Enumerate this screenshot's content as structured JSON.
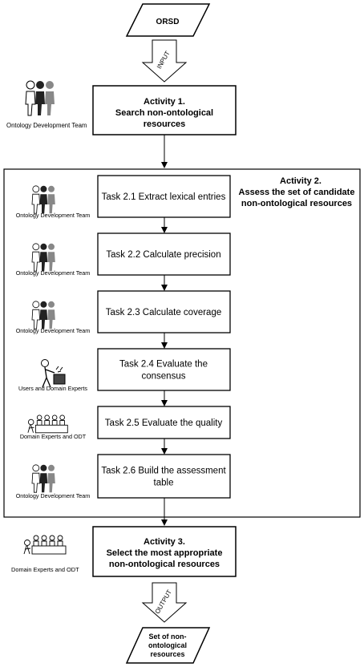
{
  "input": {
    "label": "ORSD",
    "arrow_label": "INPUT"
  },
  "activity1": {
    "title": "Activity 1.",
    "line1": "Search non-ontological",
    "line2": "resources",
    "actor": "Ontology Development Team"
  },
  "activity2": {
    "title": "Activity 2.",
    "line1": "Assess the set of candidate",
    "line2": "non-ontological resources"
  },
  "tasks": [
    {
      "lines": [
        "Task 2.1 Extract lexical entries"
      ],
      "actor": "Ontology Development Team",
      "icon": "team-icon"
    },
    {
      "lines": [
        "Task 2.2 Calculate precision"
      ],
      "actor": "Ontology Development Team",
      "icon": "team-icon"
    },
    {
      "lines": [
        "Task 2.3 Calculate coverage"
      ],
      "actor": "Ontology Development Team",
      "icon": "team-icon"
    },
    {
      "lines": [
        "Task 2.4 Evaluate the",
        "consensus"
      ],
      "actor": "Users and Domain Experts",
      "icon": "user-voting-icon"
    },
    {
      "lines": [
        "Task 2.5 Evaluate the quality"
      ],
      "actor": "Domain Experts and ODT",
      "icon": "expert-panel-icon"
    },
    {
      "lines": [
        "Task 2.6 Build the assessment",
        "table"
      ],
      "actor": "Ontology Development Team",
      "icon": "team-icon"
    }
  ],
  "activity3": {
    "title": "Activity 3.",
    "line1": "Select the most appropriate",
    "line2": "non-ontological resources",
    "actor": "Domain Experts and ODT"
  },
  "output": {
    "arrow_label": "OUTPUT",
    "line1": "Set of non-",
    "line2": "ontological",
    "line3": "resources"
  }
}
